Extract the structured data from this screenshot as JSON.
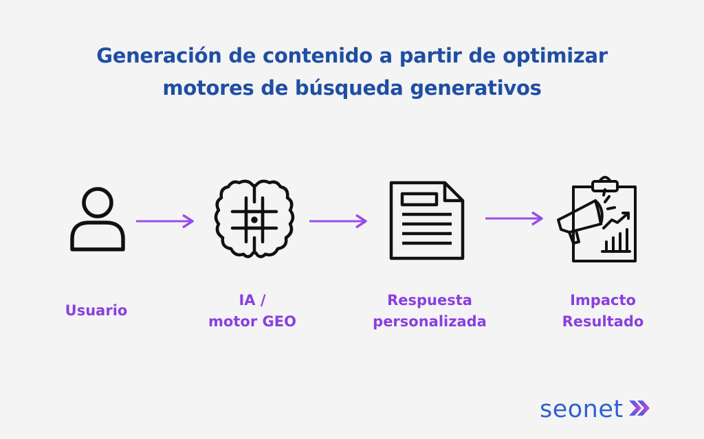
{
  "title": {
    "line1": "Generación de contenido a partir de optimizar",
    "line2": "motores de búsqueda generativos"
  },
  "colors": {
    "title": "#1f4ea3",
    "label": "#8a3fe0",
    "arrow": "#9b4ce6",
    "icon": "#111111",
    "logo": "#2f5fd0"
  },
  "steps": [
    {
      "icon": "user-icon",
      "label_lines": [
        "Usuario"
      ]
    },
    {
      "icon": "brain-chip-icon",
      "label_lines": [
        "IA /",
        "motor GEO"
      ]
    },
    {
      "icon": "document-icon",
      "label_lines": [
        "Respuesta",
        "personalizada"
      ]
    },
    {
      "icon": "megaphone-chart-icon",
      "label_lines": [
        "Impacto",
        "Resultado"
      ]
    }
  ],
  "logo": {
    "text": "seonet",
    "icon": "double-chevron-icon"
  }
}
